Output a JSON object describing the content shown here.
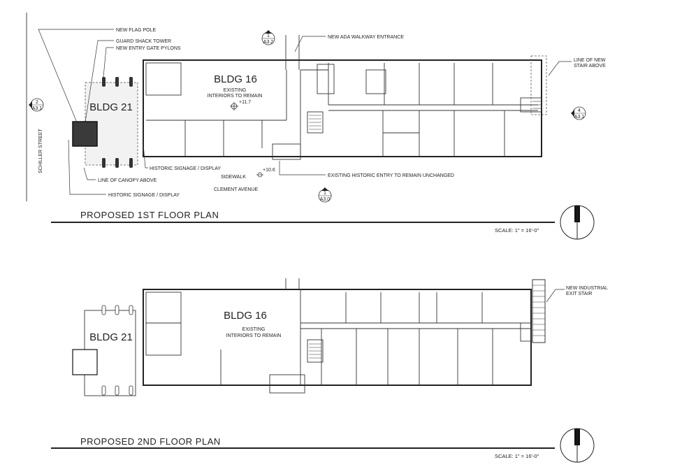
{
  "floor1": {
    "title": "PROPOSED  1ST  FLOOR PLAN",
    "scale": "SCALE: 1\" = 16'-0\"",
    "bldg16": "BLDG 16",
    "bldg21": "BLDG 21",
    "interiors_1": "EXISTING",
    "interiors_2": "INTERIORS TO REMAIN",
    "elev_a": "+11.7",
    "elev_b": "+10.6",
    "street_left": "SCHILLER STREET",
    "sidewalk": "SIDEWALK",
    "street_bottom": "CLEMENT AVENUE",
    "callouts": {
      "flag_pole": "NEW FLAG POLE",
      "guard_shack": "GUARD SHACK TOWER",
      "gate_pylons": "NEW ENTRY GATE PYLONS",
      "ada_walkway": "NEW ADA WALKWAY ENTRANCE",
      "new_stair_1": "LINE OF NEW",
      "new_stair_2": "STAIR ABOVE",
      "signage_right": "HISTORIC SIGNAGE / DISPLAY",
      "canopy": "LINE OF CANOPY ABOVE",
      "signage_bottom": "HISTORIC SIGNAGE / DISPLAY",
      "historic_entry": "EXISTING HISTORIC ENTRY TO REMAIN UNCHANGED"
    },
    "section_marks": {
      "top": {
        "num": "1",
        "sheet": "A3.2"
      },
      "left": {
        "num": "2",
        "sheet": "A3.1"
      },
      "right": {
        "num": "4",
        "sheet": "A3.1"
      },
      "bottom": {
        "num": "1",
        "sheet": "A3.0"
      }
    }
  },
  "floor2": {
    "title": "PROPOSED  2ND  FLOOR PLAN",
    "scale": "SCALE: 1\" = 16'-0\"",
    "bldg16": "BLDG 16",
    "bldg21": "BLDG 21",
    "interiors_1": "EXISTING",
    "interiors_2": "INTERIORS TO REMAIN",
    "exit_stair_1": "NEW INDUSTRIAL",
    "exit_stair_2": "EXIT STAIR"
  }
}
